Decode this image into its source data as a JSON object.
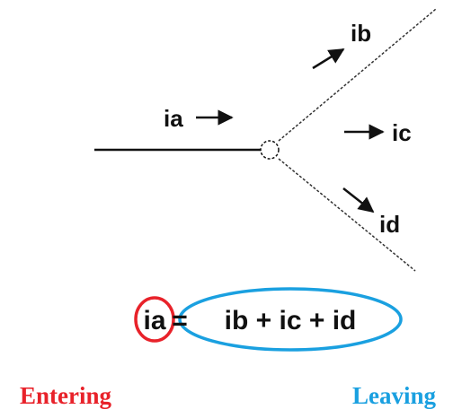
{
  "labels": {
    "ia": "ia",
    "ib": "ib",
    "ic": "ic",
    "id": "id"
  },
  "equation": {
    "lhs": "ia",
    "equals": "=",
    "rhs": "ib + ic + id"
  },
  "captions": {
    "entering": "Entering",
    "leaving": "Leaving"
  },
  "colors": {
    "entering": "#e8222a",
    "leaving": "#1aa0e0",
    "line": "#111111"
  }
}
